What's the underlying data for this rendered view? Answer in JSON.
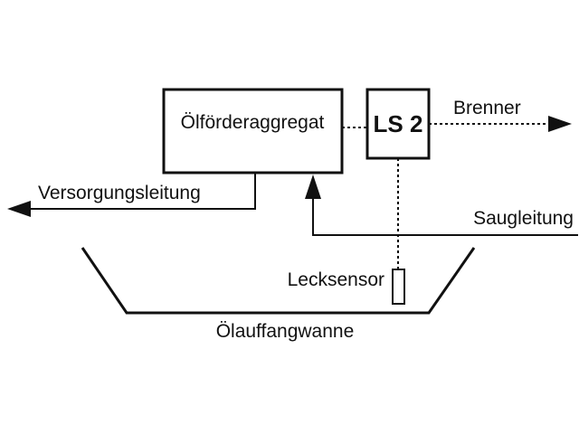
{
  "diagram": {
    "oil_pump_unit": "Ölförderaggregat",
    "ls2": "LS 2",
    "burner": "Brenner",
    "supply_line": "Versorgungsleitung",
    "suction_line": "Saugleitung",
    "leak_sensor": "Lecksensor",
    "drip_tray": "Ölauffangwanne"
  },
  "colors": {
    "ink": "#111111",
    "background": "#ffffff"
  }
}
